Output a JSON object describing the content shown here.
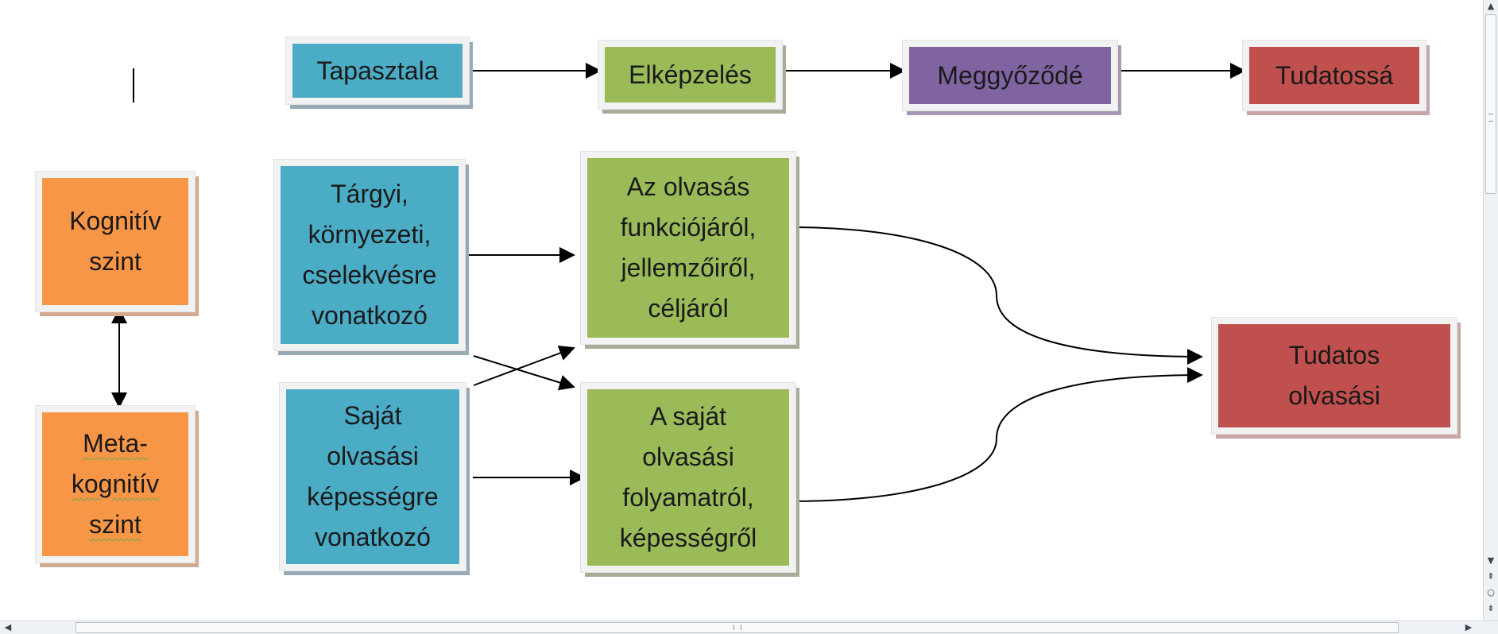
{
  "diagram": {
    "top_row": [
      {
        "id": "tapasztala",
        "lines": [
          "Tapasztala"
        ],
        "color": "#4bacc6"
      },
      {
        "id": "elkepzeles",
        "lines": [
          "Elképzelés"
        ],
        "color": "#9bbb59"
      },
      {
        "id": "meggyozode",
        "lines": [
          "Meggyőződé"
        ],
        "color": "#8064a2"
      },
      {
        "id": "tudatossa",
        "lines": [
          "Tudatossá"
        ],
        "color": "#c0504d"
      }
    ],
    "levels": [
      {
        "id": "kognitiv",
        "lines": [
          "Kognitív",
          "szint"
        ],
        "color": "#f79646"
      },
      {
        "id": "metakognitiv",
        "lines": [
          "Meta-",
          "kognitív",
          "szint"
        ],
        "color": "#f79646"
      }
    ],
    "sources": [
      {
        "id": "targyi",
        "lines": [
          "Tárgyi,",
          "környezeti,",
          "cselekvésre",
          "vonatkozó"
        ],
        "color": "#4bacc6"
      },
      {
        "id": "sajat",
        "lines": [
          "Saját",
          "olvasási",
          "képességre",
          "vonatkozó"
        ],
        "color": "#4bacc6"
      }
    ],
    "beliefs": [
      {
        "id": "olvasas_funkcio",
        "lines": [
          "Az olvasás",
          "funkciójáról,",
          "jellemzőiről,",
          "céljáról"
        ],
        "color": "#9bbb59"
      },
      {
        "id": "sajat_folyamat",
        "lines": [
          "A saját",
          "olvasási",
          "folyamatról,",
          "képességről"
        ],
        "color": "#9bbb59"
      }
    ],
    "result": {
      "id": "tudatos_olvasasi",
      "lines": [
        "Tudatos",
        "olvasási"
      ],
      "color": "#c0504d"
    }
  },
  "scrollbars": {
    "vertical": {
      "up_icon": "▲",
      "down_icon": "▼",
      "prev_page_icon": "⇞",
      "select_browse_icon": "○",
      "next_page_icon": "⇟"
    },
    "horizontal": {
      "left_icon": "◀",
      "right_icon": "▶"
    }
  }
}
